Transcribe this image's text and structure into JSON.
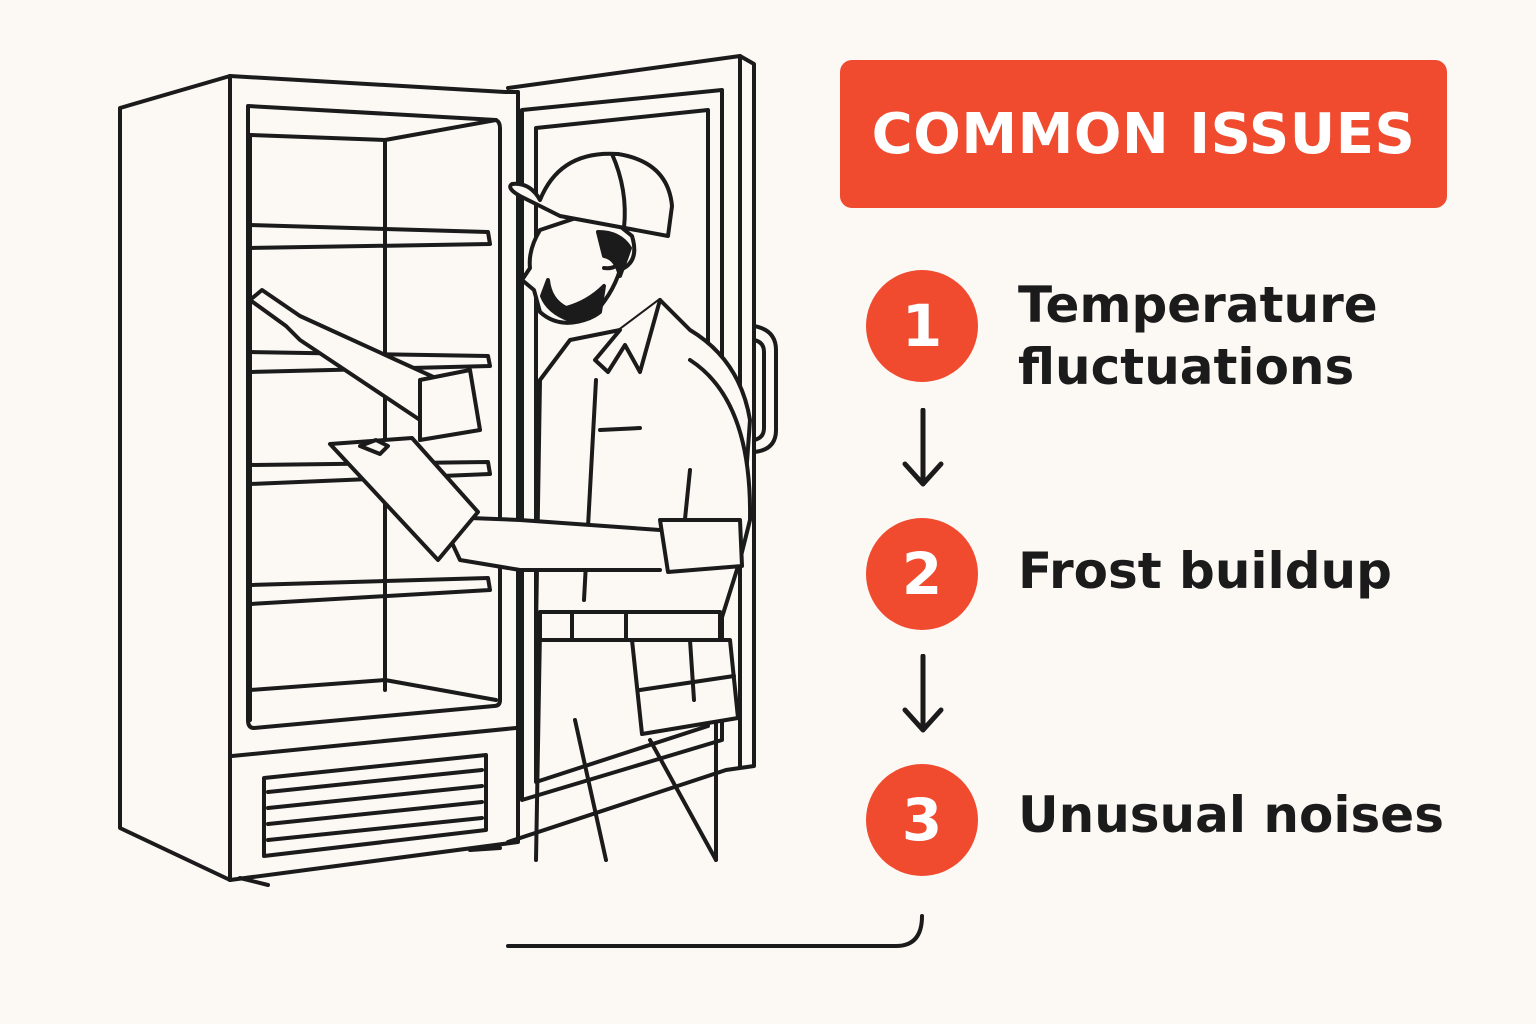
{
  "colors": {
    "accent": "#f04a2f",
    "ink": "#1b1b1b",
    "background": "#fcf8f4"
  },
  "header": {
    "title": "COMMON ISSUES"
  },
  "steps": [
    {
      "number": "1",
      "label_lines": [
        "Temperature",
        "fluctuations"
      ]
    },
    {
      "number": "2",
      "label_lines": [
        "Frost buildup"
      ]
    },
    {
      "number": "3",
      "label_lines": [
        "Unusual noises"
      ]
    }
  ],
  "illustration": {
    "subject": "technician-inspecting-freezer"
  }
}
